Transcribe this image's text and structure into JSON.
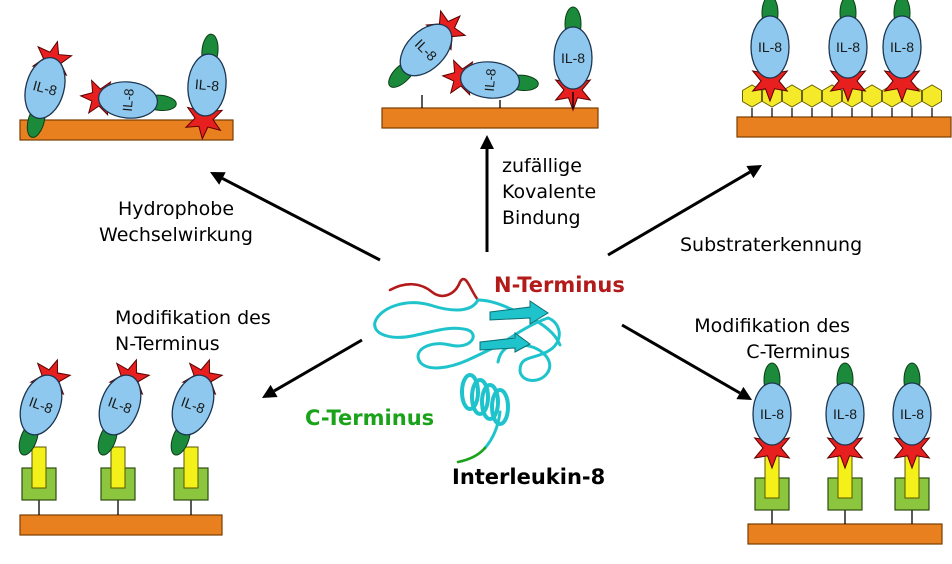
{
  "colors": {
    "substrate": "#e8801f",
    "substrate_edge": "#7a3d00",
    "protein": "#8ec8ee",
    "leaf": "#1b8a3a",
    "star": "#e81f1f",
    "hexagon": "#f5ea2a",
    "linker_box": "#8cc63f",
    "linker_bar": "#f3f01a",
    "arrow": "#000000",
    "n_terminus": "#b31b1b",
    "c_terminus": "#1aa31a",
    "ribbon": "#1fc3cc"
  },
  "protein_label": "IL-8",
  "labels": {
    "hydrophobe": [
      "Hydrophobe",
      "Wechselwirkung"
    ],
    "kovalent": [
      "zufällige",
      "Kovalente",
      "Bindung"
    ],
    "substrat": "Substraterkennung",
    "mod_n": [
      "Modifikation des",
      "N-Terminus"
    ],
    "mod_c": [
      "Modifikation des",
      "C-Terminus"
    ],
    "n_terminus": "N-Terminus",
    "c_terminus": "C-Terminus",
    "center": "Interleukin-8"
  }
}
